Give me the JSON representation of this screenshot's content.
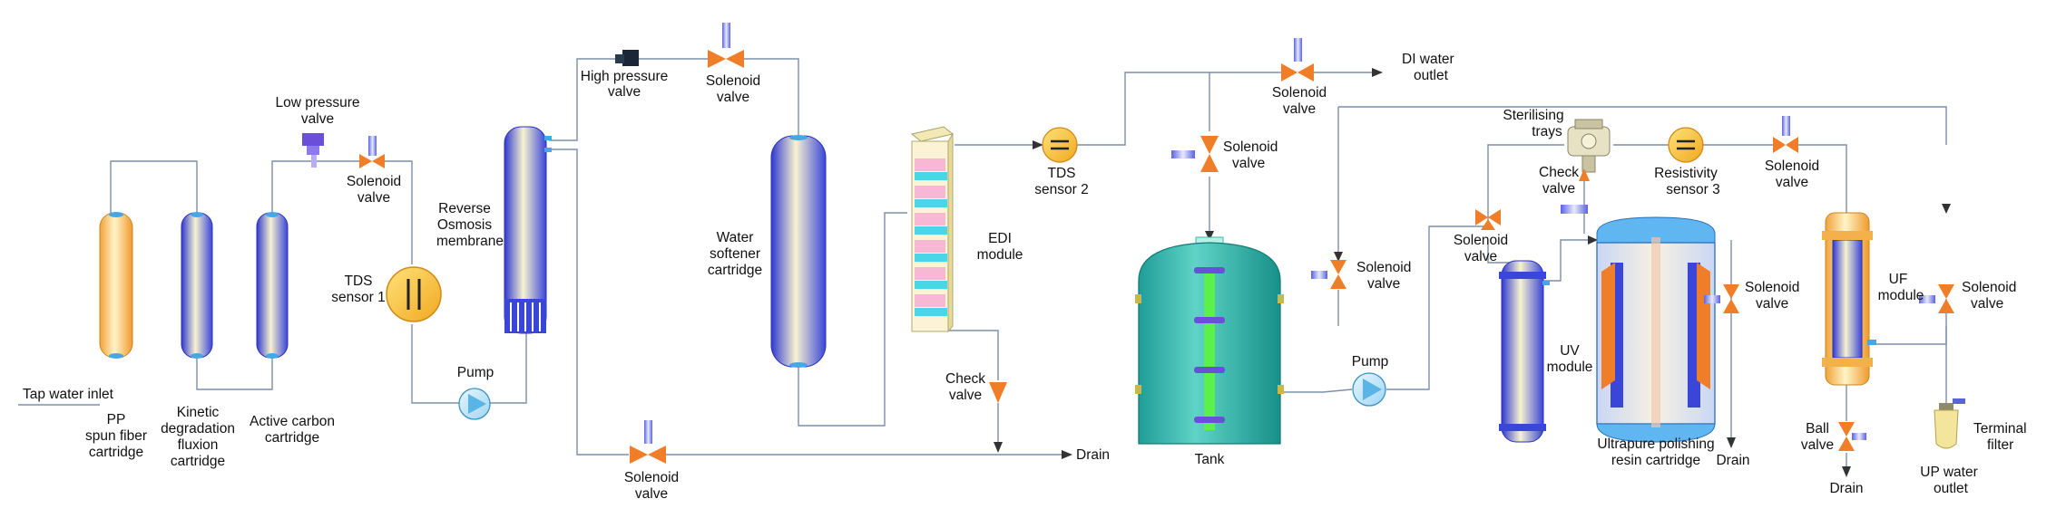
{
  "colors": {
    "pipe": "#7d8fa8",
    "valve_orange": "#f07d28",
    "sensor_yellow": "#f5c84a",
    "pump_blue": "#5ab4e6",
    "tank_teal": "#2fb3ad",
    "vessel_blue": "#3c4bd6"
  },
  "labels": {
    "tap_inlet": "Tap water inlet",
    "pp1": "PP",
    "pp2": "spun fiber",
    "pp3": "cartridge",
    "kin1": "Kinetic",
    "kin2": "degradation",
    "kin3": "fluxion",
    "kin4": "cartridge",
    "ac1": "Active carbon",
    "ac2": "cartridge",
    "lpv1": "Low pressure",
    "lpv2": "valve",
    "sol_a1": "Solenoid",
    "sol_a2": "valve",
    "tds1_1": "TDS",
    "tds1_2": "sensor 1",
    "ro1": "Reverse",
    "ro2": "Osmosis",
    "ro3": "membrane",
    "pump1": "Pump",
    "hpv1": "High pressure",
    "hpv2": "valve",
    "sol_b1": "Solenoid",
    "sol_b2": "valve",
    "ws1": "Water",
    "ws2": "softener",
    "ws3": "cartridge",
    "sol_c1": "Solenoid",
    "sol_c2": "valve",
    "edi1": "EDI",
    "edi2": "module",
    "cv1_1": "Check",
    "cv1_2": "valve",
    "drain1": "Drain",
    "tds2_1": "TDS",
    "tds2_2": "sensor 2",
    "sol_d1": "Solenoid",
    "sol_d2": "valve",
    "di1": "DI water",
    "di2": "outlet",
    "sol_e1": "Solenoid",
    "sol_e2": "valve",
    "tank": "Tank",
    "sol_f1": "Solenoid",
    "sol_f2": "valve",
    "pump2": "Pump",
    "sol_g1": "Solenoid",
    "sol_g2": "valve",
    "uv1": "UV",
    "uv2": "module",
    "st1": "Sterilising",
    "st2": "trays",
    "cv2_1": "Check",
    "cv2_2": "valve",
    "res1": "Resistivity",
    "res2": "sensor 3",
    "upr1": "Ultrapure polishing",
    "upr2": "resin cartridge",
    "sol_h1": "Solenoid",
    "sol_h2": "valve",
    "drain2": "Drain",
    "sol_i1": "Solenoid",
    "sol_i2": "valve",
    "uf1": "UF",
    "uf2": "module",
    "sol_j1": "Solenoid",
    "sol_j2": "valve",
    "ball1": "Ball",
    "ball2": "valve",
    "drain3": "Drain",
    "tf1": "Terminal",
    "tf2": "filter",
    "up1": "UP water",
    "up2": "outlet"
  }
}
